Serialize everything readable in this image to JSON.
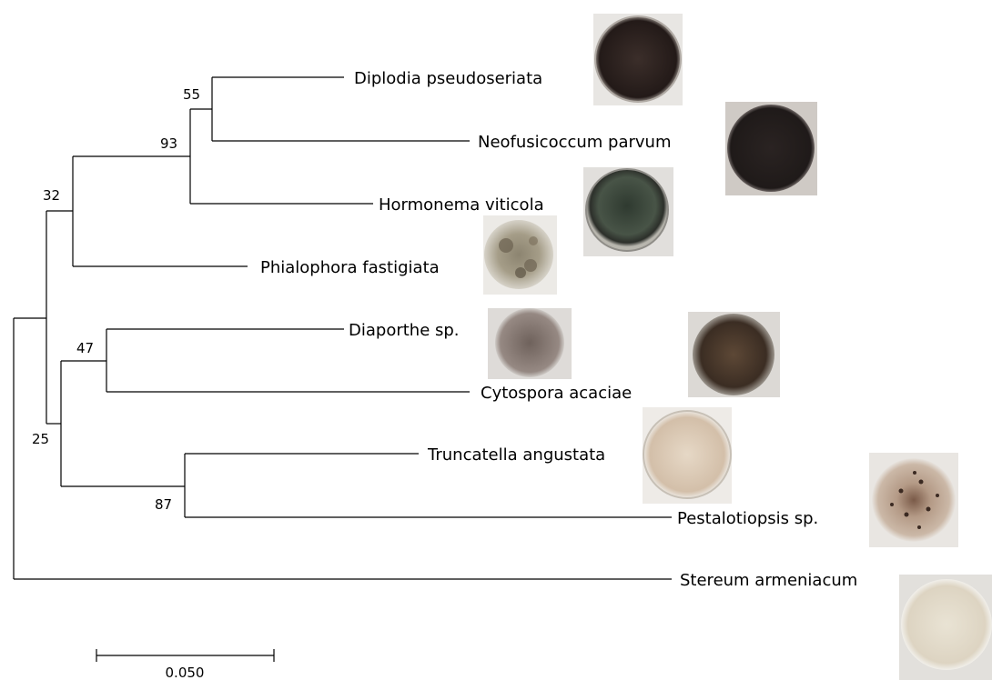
{
  "taxa": {
    "diplodia": "Diplodia pseudoseriata",
    "neofusicoccum": "Neofusicoccum parvum",
    "hormonema": "Hormonema viticola",
    "phialophora": "Phialophora fastigiata",
    "diaporthe": "Diaporthe sp.",
    "cytospora": "Cytospora acaciae",
    "truncatella": "Truncatella angustata",
    "pestalotiopsis": "Pestalotiopsis sp.",
    "stereum": "Stereum armeniacum"
  },
  "support": {
    "n55": "55",
    "n93": "93",
    "n32": "32",
    "n47": "47",
    "n25": "25",
    "n87": "87"
  },
  "scale_bar": {
    "label": "0.050",
    "value": 0.05
  },
  "colors": {
    "dark_plate": "#2a1f1c",
    "black_plate": "#231d1c",
    "green_plate": "#3d4238",
    "mottled_plate": "#9b9480",
    "diaporthe_plate": "#8a7f78",
    "cytospora_plate": "#4a3a2e",
    "truncatella_plate": "#d9c8b4",
    "pestalotiopsis_plate": "#c9b4a2",
    "stereum_plate": "#e4dccb"
  }
}
